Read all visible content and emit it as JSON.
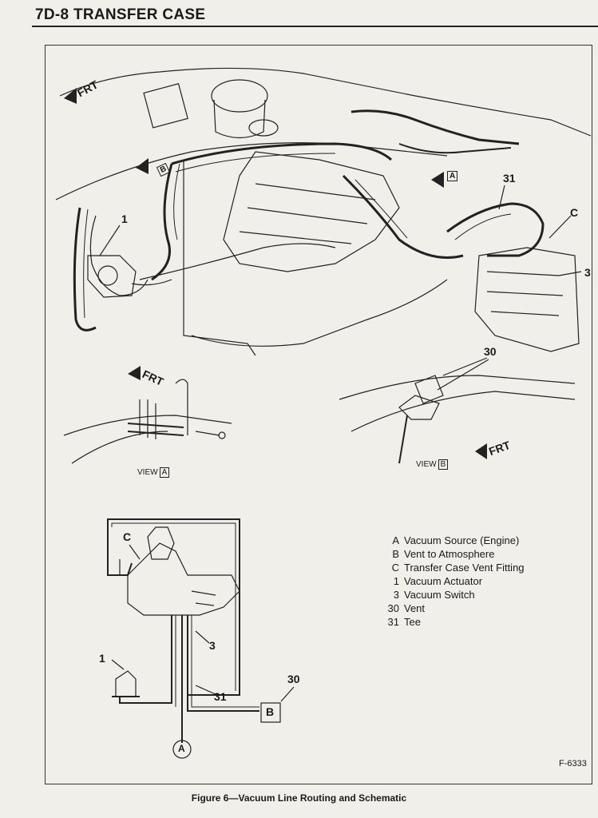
{
  "header": {
    "title": "7D-8 TRANSFER CASE"
  },
  "main_view": {
    "frt_label": "FRT",
    "callouts": [
      "1",
      "31",
      "C",
      "3"
    ],
    "arrow_letters": [
      "B",
      "A"
    ]
  },
  "view_a": {
    "frt_label": "FRT",
    "label": "VIEW",
    "box": "A"
  },
  "view_b": {
    "frt_label": "FRT",
    "label": "VIEW",
    "box": "B",
    "callout": "30"
  },
  "schematic": {
    "callouts": [
      "C",
      "1",
      "3",
      "31",
      "30"
    ],
    "vent_box": "B",
    "source_circle": "A"
  },
  "legend": [
    {
      "key": "A",
      "text": "Vacuum Source (Engine)"
    },
    {
      "key": "B",
      "text": "Vent to Atmosphere"
    },
    {
      "key": "C",
      "text": "Transfer Case Vent Fitting"
    },
    {
      "key": "1",
      "text": "Vacuum Actuator"
    },
    {
      "key": "3",
      "text": "Vacuum Switch"
    },
    {
      "key": "30",
      "text": "Vent"
    },
    {
      "key": "31",
      "text": "Tee"
    }
  ],
  "figure_id": "F-6333",
  "caption": "Figure 6—Vacuum Line Routing and Schematic"
}
